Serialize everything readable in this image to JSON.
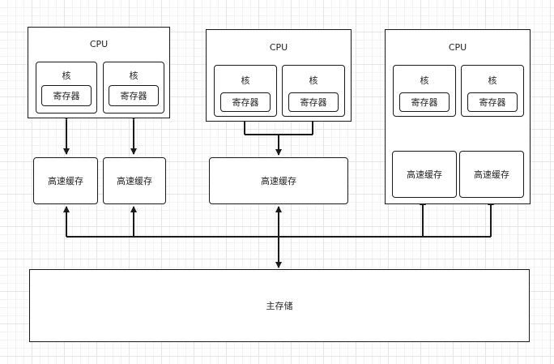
{
  "cpu1": {
    "title": "CPU",
    "cores": [
      {
        "label": "核",
        "register": "寄存器"
      },
      {
        "label": "核",
        "register": "寄存器"
      }
    ],
    "caches": [
      "高速缓存",
      "高速缓存"
    ]
  },
  "cpu2": {
    "title": "CPU",
    "cores": [
      {
        "label": "核",
        "register": "寄存器"
      },
      {
        "label": "核",
        "register": "寄存器"
      }
    ],
    "cache": "高速缓存"
  },
  "cpu3": {
    "title": "CPU",
    "cores": [
      {
        "label": "核",
        "register": "寄存器"
      },
      {
        "label": "核",
        "register": "寄存器"
      }
    ],
    "caches": [
      "高速缓存",
      "高速缓存"
    ]
  },
  "main_memory": "主存储"
}
